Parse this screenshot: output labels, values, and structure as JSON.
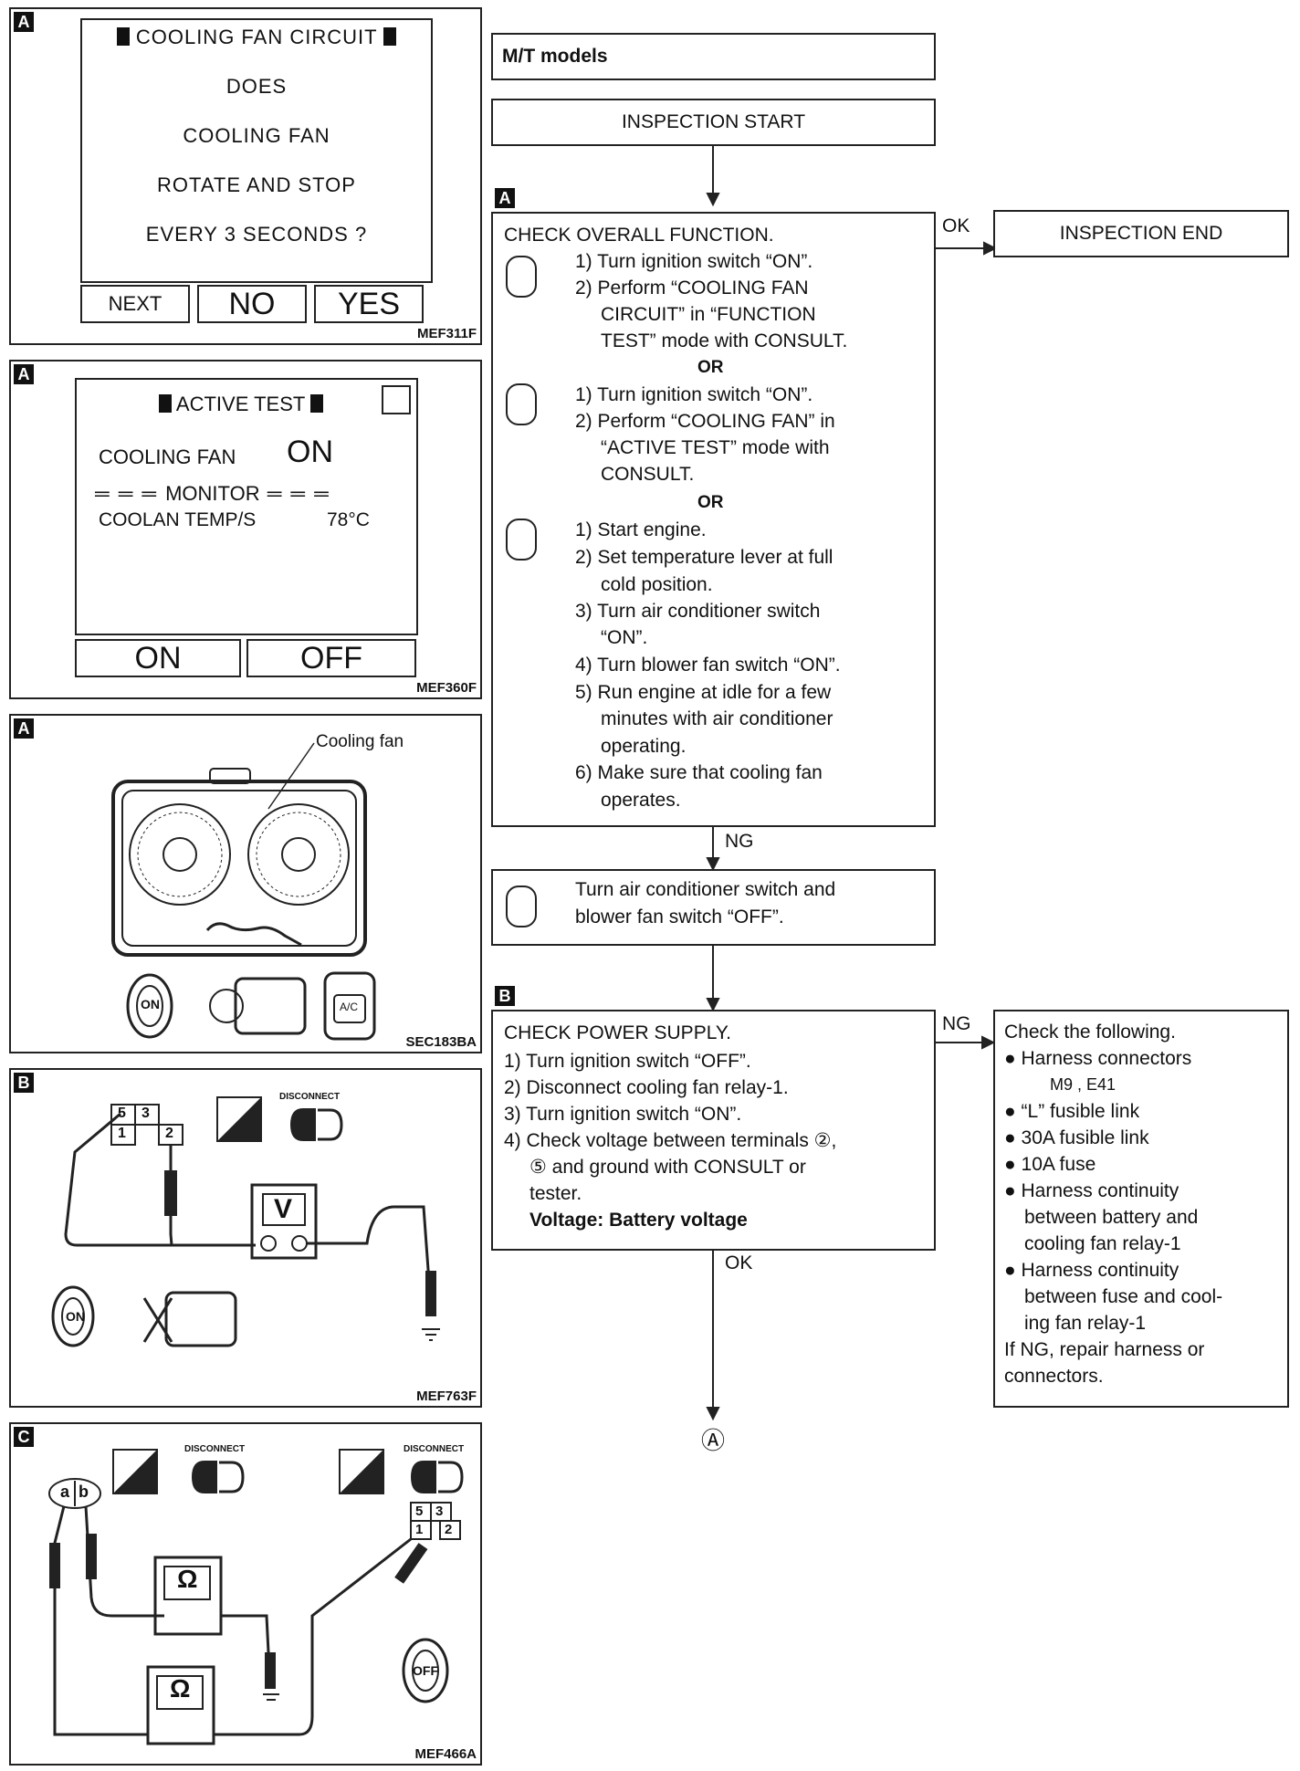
{
  "left": {
    "panel1": {
      "tag": "A",
      "title": "COOLING FAN CIRCUIT",
      "lines": [
        "DOES",
        "COOLING FAN",
        "ROTATE AND STOP",
        "EVERY 3 SECONDS ?"
      ],
      "buttons": [
        "NEXT",
        "NO",
        "YES"
      ],
      "code": "MEF311F"
    },
    "panel2": {
      "tag": "A",
      "title": "ACTIVE TEST",
      "row_label": "COOLING FAN",
      "row_value": "ON",
      "monitor": "MONITOR",
      "sensor_label": "COOLAN TEMP/S",
      "sensor_value": "78°C",
      "buttons": [
        "ON",
        "OFF"
      ],
      "code": "MEF360F"
    },
    "panel3": {
      "tag": "A",
      "callout": "Cooling fan",
      "key_label": "ON",
      "ac_label": "A/C",
      "code": "SEC183BA"
    },
    "panel4": {
      "tag": "B",
      "relay_terminals": [
        "5",
        "3",
        "1",
        "2"
      ],
      "meter": "V",
      "disconnect": "DISCONNECT",
      "key_label": "ON",
      "code": "MEF763F"
    },
    "panel5": {
      "tag": "C",
      "connector": [
        "a",
        "b"
      ],
      "relay_terminals": [
        "5",
        "3",
        "1",
        "2"
      ],
      "meter": "Ω",
      "disconnect": "DISCONNECT",
      "key_label": "OFF",
      "code": "MEF466A"
    }
  },
  "flow": {
    "header": "M/T models",
    "start": "INSPECTION START",
    "end": "INSPECTION END",
    "stepA_tag": "A",
    "stepB_tag": "B",
    "ok": "OK",
    "ng": "NG",
    "or": "OR",
    "check_overall": {
      "title": "CHECK OVERALL FUNCTION.",
      "a": [
        "1) Turn ignition switch “ON”.",
        "2) Perform “COOLING FAN",
        "CIRCUIT” in “FUNCTION",
        "TEST” mode with CONSULT."
      ],
      "b": [
        "1) Turn ignition switch “ON”.",
        "2) Perform “COOLING FAN” in",
        "“ACTIVE TEST” mode with",
        "CONSULT."
      ],
      "c": [
        "1) Start engine.",
        "2) Set temperature lever at full",
        "cold position.",
        "3) Turn air conditioner switch",
        "“ON”.",
        "4) Turn blower fan switch “ON”.",
        "5) Run engine at idle for a few",
        "minutes with air conditioner",
        "operating.",
        "6) Make sure that cooling fan",
        "operates."
      ]
    },
    "turn_off": [
      "Turn air conditioner switch and",
      "blower fan switch “OFF”."
    ],
    "power": {
      "title": "CHECK POWER SUPPLY.",
      "lines": [
        "1) Turn ignition switch “OFF”.",
        "2) Disconnect cooling fan relay-1.",
        "3) Turn ignition switch “ON”.",
        "4) Check voltage between terminals ②,",
        "⑤ and ground with CONSULT or",
        "tester."
      ],
      "voltage": "Voltage: Battery voltage"
    },
    "check_following": {
      "title": "Check the following.",
      "lines": [
        "● Harness connectors",
        "M9 , E41",
        "● “L” fusible link",
        "● 30A fusible link",
        "● 10A fuse",
        "● Harness continuity",
        "between battery and",
        "cooling fan relay-1",
        "● Harness continuity",
        "between fuse and cool-",
        "ing fan relay-1",
        "If NG, repair harness or",
        "connectors."
      ]
    },
    "next_marker": "Ⓐ"
  }
}
